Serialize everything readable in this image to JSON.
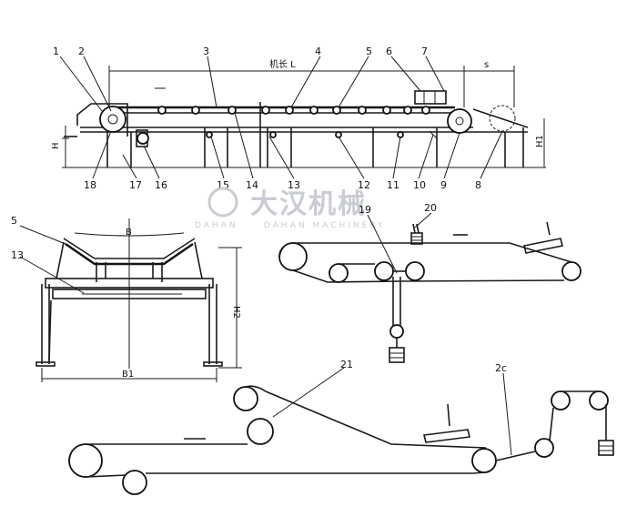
{
  "top_view": {
    "length_label": "机长 L",
    "s_label": "s",
    "h1_label": "H1",
    "h_label": "H",
    "part_numbers_top": [
      "1",
      "2",
      "3",
      "4",
      "5",
      "6",
      "7"
    ],
    "part_numbers_bottom": [
      "18",
      "17",
      "16",
      "15",
      "14",
      "13",
      "12",
      "11",
      "10",
      "9",
      "8"
    ]
  },
  "cross_section": {
    "labels": [
      "5",
      "13"
    ],
    "b_label": "B",
    "b1_label": "B1",
    "h2_label": "H2"
  },
  "schemes": {
    "labels": [
      "19",
      "20",
      "21",
      "2c"
    ]
  },
  "watermark": {
    "logo_text": "大汉机械",
    "sub_text_left": "DAHAN",
    "sub_text_right": "DAHAN MACHINERY"
  }
}
